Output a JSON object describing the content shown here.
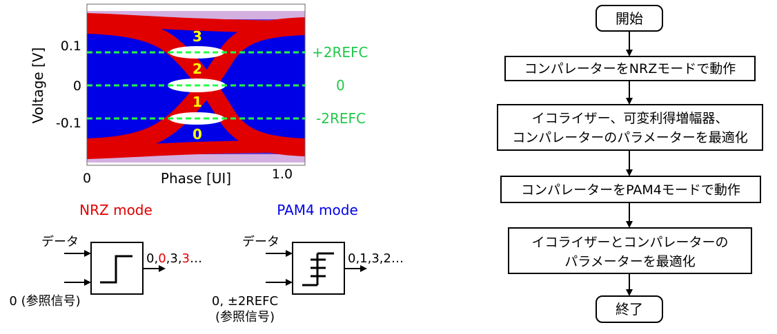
{
  "eye": {
    "ylabel": "Voltage [V]",
    "xlabel": "Phase [UI]",
    "yticks": [
      "0.1",
      "0",
      "-0.1"
    ],
    "xticks": [
      "0",
      "1.0"
    ],
    "levels": [
      "3",
      "2",
      "1",
      "0"
    ],
    "ref_lines": [
      "+2REFC",
      "0",
      "-2REFC"
    ],
    "colors": {
      "nrz": "#e00000",
      "pam4": "#0000e6",
      "ref": "#22c84a",
      "level": "#ffff00"
    }
  },
  "modes": {
    "nrz": {
      "title": "NRZ mode",
      "input_data": "データ",
      "ref_label": "0 (参照信号)",
      "output_parts": [
        "0,",
        "0",
        ",3,",
        "3",
        "…"
      ]
    },
    "pam4": {
      "title": "PAM4 mode",
      "input_data": "データ",
      "ref_label_line1": "0, ±2REFC",
      "ref_label_line2": "(参照信号)",
      "output": "0,1,3,2…"
    }
  },
  "flow": {
    "start": "開始",
    "step1": "コンパレーターをNRZモードで動作",
    "step2_line1": "イコライザー、可変利得増幅器、",
    "step2_line2": "コンパレーターのパラメーターを最適化",
    "step3": "コンパレーターをPAM4モードで動作",
    "step4_line1": "イコライザーとコンパレーターの",
    "step4_line2": "パラメーターを最適化",
    "end": "終了"
  }
}
